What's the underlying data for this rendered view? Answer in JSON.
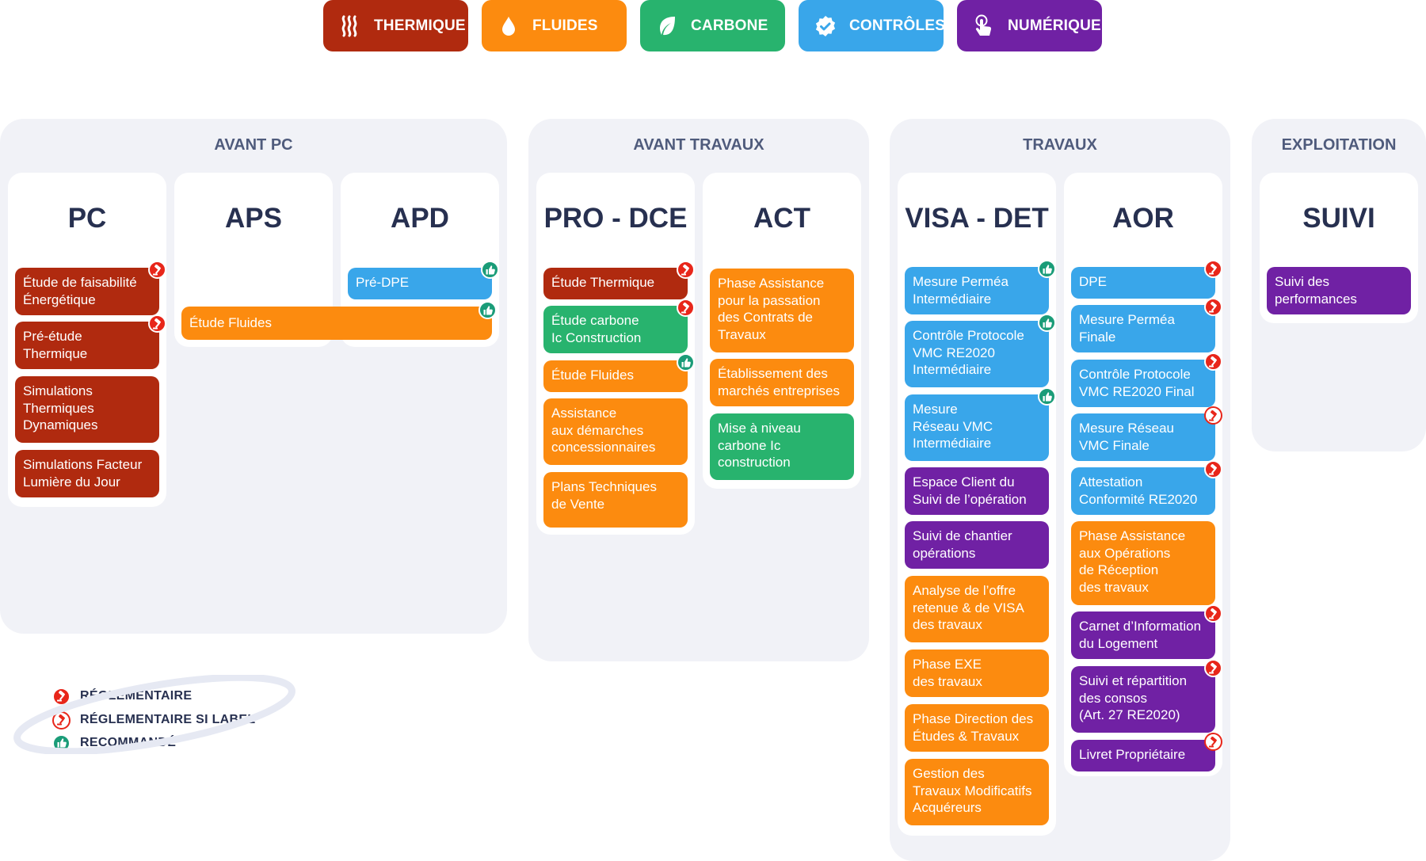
{
  "categories": [
    {
      "id": "therm",
      "label": "THERMIQUE",
      "color": "#b02a0f",
      "icon": "steam-icon"
    },
    {
      "id": "flu",
      "label": "FLUIDES",
      "color": "#fc8b0f",
      "icon": "water-drop-icon"
    },
    {
      "id": "carb",
      "label": "CARBONE",
      "color": "#28b36e",
      "icon": "leaf-icon"
    },
    {
      "id": "ctrl",
      "label": "CONTRÔLES",
      "color": "#39a6ea",
      "icon": "check-badge-icon"
    },
    {
      "id": "num",
      "label": "NUMÉRIQUE",
      "color": "#7021a4",
      "icon": "touch-hand-icon"
    }
  ],
  "phases": [
    {
      "title": "AVANT PC",
      "columns": [
        {
          "title": "PC",
          "tasks": [
            {
              "text": "Étude de faisabilité\nÉnergétique",
              "cat": "therm",
              "badge": "reg"
            },
            {
              "text": "Pré-étude\nThermique",
              "cat": "therm",
              "badge": "reg"
            },
            {
              "text": "Simulations\nThermiques\nDynamiques",
              "cat": "therm",
              "badge": ""
            },
            {
              "text": "Simulations Facteur\nLumière du Jour",
              "cat": "therm",
              "badge": ""
            }
          ]
        },
        {
          "title": "APS",
          "tasks": []
        },
        {
          "title": "APD",
          "tasks": [
            {
              "text": "Pré-DPE",
              "cat": "ctrl",
              "badge": "rec"
            }
          ]
        }
      ],
      "spanning": [
        {
          "text": "Étude Fluides",
          "cat": "flu",
          "badge": "rec"
        }
      ]
    },
    {
      "title": "AVANT TRAVAUX",
      "columns": [
        {
          "title": "PRO - DCE",
          "tasks": [
            {
              "text": "Étude Thermique",
              "cat": "therm",
              "badge": "reg"
            },
            {
              "text": "Étude carbone\nIc Construction",
              "cat": "carb",
              "badge": "reg"
            },
            {
              "text": "Étude Fluides",
              "cat": "flu",
              "badge": "rec"
            },
            {
              "text": "Assistance\naux démarches\nconcessionnaires",
              "cat": "flu",
              "badge": ""
            },
            {
              "text": "Plans Techniques\nde Vente",
              "cat": "flu",
              "badge": ""
            }
          ]
        },
        {
          "title": "ACT",
          "tasks": [
            {
              "text": "Phase Assistance\npour la passation\ndes Contrats de\nTravaux",
              "cat": "flu",
              "badge": ""
            },
            {
              "text": "Établissement des\nmarchés entreprises",
              "cat": "flu",
              "badge": ""
            },
            {
              "text": "Mise à niveau\ncarbone Ic\nconstruction",
              "cat": "carb",
              "badge": ""
            }
          ]
        }
      ]
    },
    {
      "title": "TRAVAUX",
      "columns": [
        {
          "title": "VISA - DET",
          "tasks": [
            {
              "text": "Mesure Perméa\nIntermédiaire",
              "cat": "ctrl",
              "badge": "rec"
            },
            {
              "text": "Contrôle Protocole\nVMC RE2020\nIntermédiaire",
              "cat": "ctrl",
              "badge": "rec"
            },
            {
              "text": "Mesure\nRéseau VMC\nIntermédiaire",
              "cat": "ctrl",
              "badge": "rec"
            },
            {
              "text": "Espace Client du\nSuivi de l’opération",
              "cat": "num",
              "badge": ""
            },
            {
              "text": "Suivi de chantier\nopérations",
              "cat": "num",
              "badge": ""
            },
            {
              "text": "Analyse de l’offre\nretenue & de VISA\ndes travaux",
              "cat": "flu",
              "badge": ""
            },
            {
              "text": "Phase EXE\ndes travaux",
              "cat": "flu",
              "badge": ""
            },
            {
              "text": "Phase Direction des\nÉtudes & Travaux",
              "cat": "flu",
              "badge": ""
            },
            {
              "text": "Gestion des\nTravaux Modificatifs\nAcquéreurs",
              "cat": "flu",
              "badge": ""
            }
          ]
        },
        {
          "title": "AOR",
          "tasks": [
            {
              "text": "DPE",
              "cat": "ctrl",
              "badge": "reg"
            },
            {
              "text": "Mesure Perméa\nFinale",
              "cat": "ctrl",
              "badge": "reg"
            },
            {
              "text": "Contrôle Protocole\nVMC RE2020 Final",
              "cat": "ctrl",
              "badge": "reg"
            },
            {
              "text": "Mesure Réseau\nVMC Finale",
              "cat": "ctrl",
              "badge": "lab"
            },
            {
              "text": "Attestation\nConformité RE2020",
              "cat": "ctrl",
              "badge": "reg"
            },
            {
              "text": "Phase Assistance\naux Opérations\nde Réception\ndes travaux",
              "cat": "flu",
              "badge": ""
            },
            {
              "text": "Carnet d’Information\ndu Logement",
              "cat": "num",
              "badge": "reg"
            },
            {
              "text": "Suivi et répartition\ndes consos\n(Art. 27 RE2020)",
              "cat": "num",
              "badge": "reg"
            },
            {
              "text": "Livret Propriétaire",
              "cat": "num",
              "badge": "lab"
            }
          ]
        }
      ]
    },
    {
      "title": "EXPLOITATION",
      "columns": [
        {
          "title": "SUIVI",
          "tasks": [
            {
              "text": "Suivi des\nperformances",
              "cat": "num",
              "badge": ""
            }
          ]
        }
      ]
    }
  ],
  "legend": [
    {
      "badge": "reg",
      "label": "RÉGLEMENTAIRE",
      "icon": "gavel-icon"
    },
    {
      "badge": "lab",
      "label": "RÉGLEMENTAIRE SI LABEL",
      "icon": "gavel-outline-icon"
    },
    {
      "badge": "rec",
      "label": "RECOMMANDÉ",
      "icon": "thumbs-up-icon"
    }
  ]
}
